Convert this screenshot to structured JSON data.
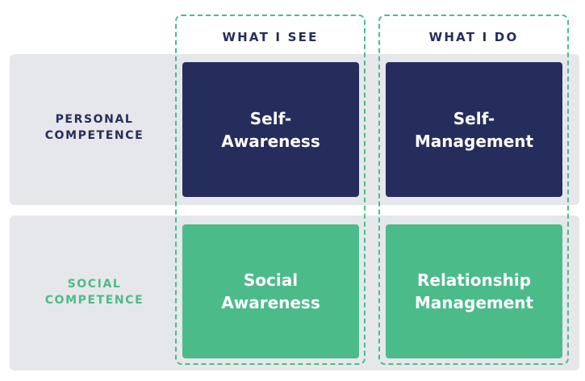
{
  "columns": {
    "see": "WHAT I SEE",
    "do": "WHAT I DO"
  },
  "rows": {
    "personal": {
      "line1": "PERSONAL",
      "line2": "COMPETENCE",
      "color": "#252d5d"
    },
    "social": {
      "line1": "SOCIAL",
      "line2": "COMPETENCE",
      "color": "#4bbb8a"
    }
  },
  "cells": {
    "self_awareness": {
      "line1": "Self-",
      "line2": "Awareness"
    },
    "self_management": {
      "line1": "Self-",
      "line2": "Management"
    },
    "social_awareness": {
      "line1": "Social",
      "line2": "Awareness"
    },
    "relationship_management": {
      "line1": "Relationship",
      "line2": "Management"
    }
  },
  "colors": {
    "navy": "#252d5d",
    "green": "#4bbb8a",
    "band": "#e6e7ea"
  }
}
